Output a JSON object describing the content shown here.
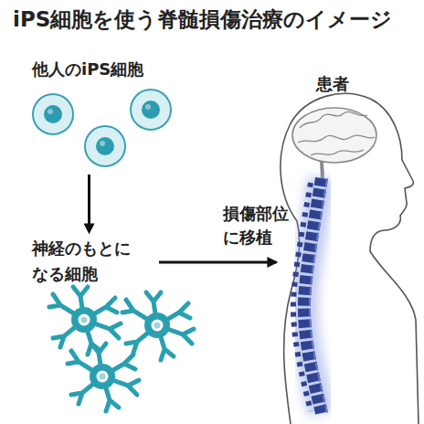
{
  "diagram": {
    "title": "iPS細胞を使う脊髄損傷治療のイメージ",
    "nodes": [
      {
        "text": [
          "他人のiPS細胞"
        ]
      },
      {
        "text": [
          "神経のもとに なる細胞"
        ]
      },
      {
        "text": [
          "患者"
        ]
      }
    ],
    "edges": [
      {
        "from": 0,
        "to": 1,
        "arrow": "to"
      },
      {
        "from": 1,
        "to": 2,
        "label": "損傷部位 に移植",
        "arrow": "to"
      }
    ]
  }
}
